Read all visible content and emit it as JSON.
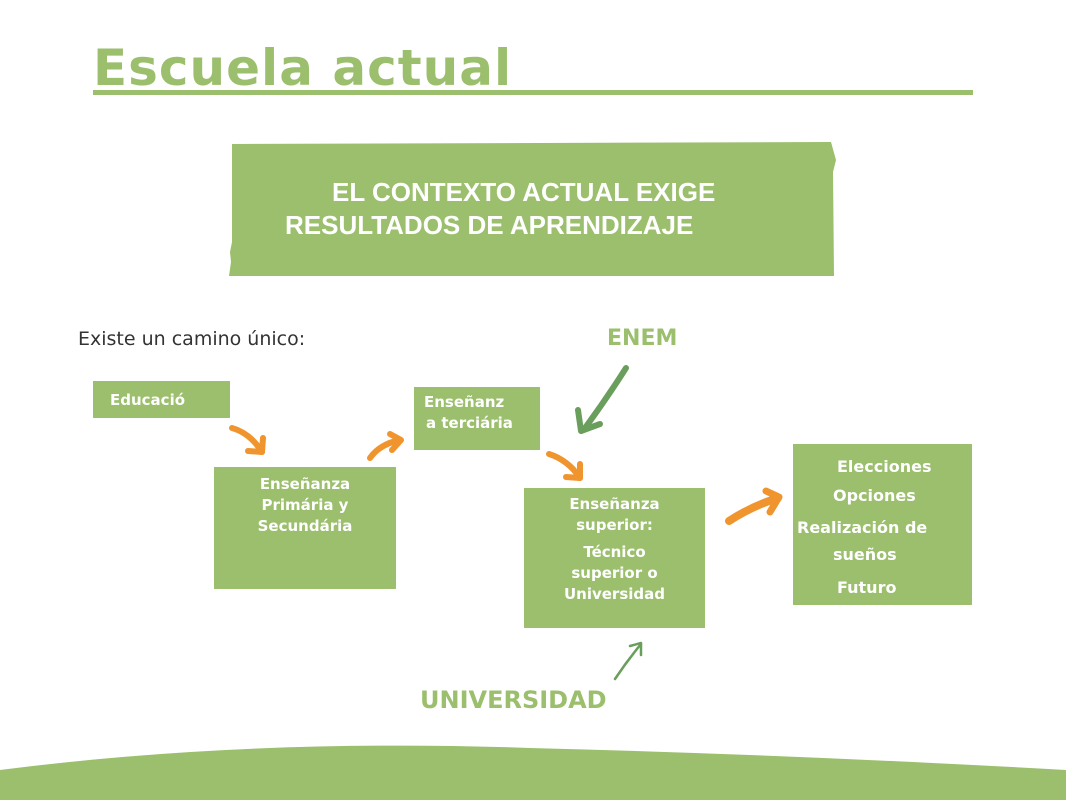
{
  "title": "Escuela actual",
  "banner": {
    "line1": "EL CONTEXTO ACTUAL EXIGE",
    "line2": "RESULTADOS DE APRENDIZAJE"
  },
  "intro": "Existe un camino único:",
  "labels": {
    "enem": "ENEM",
    "universidad": "UNIVERSIDAD"
  },
  "boxes": {
    "educacion": "Educació",
    "primaria": [
      "Enseñanza",
      "Primária y",
      "Secundária"
    ],
    "terciaria": [
      "Enseñanz",
      "a terciária"
    ],
    "superior": [
      "Enseñanza",
      "superior:",
      "Técnico",
      "superior o",
      "Universidad"
    ],
    "resultados": [
      "Elecciones",
      "Opciones",
      "Realización de",
      "sueños",
      "Futuro"
    ]
  },
  "colors": {
    "green": "#9bbf6d",
    "dark_green": "#6a9e5c",
    "orange": "#f0952e"
  }
}
